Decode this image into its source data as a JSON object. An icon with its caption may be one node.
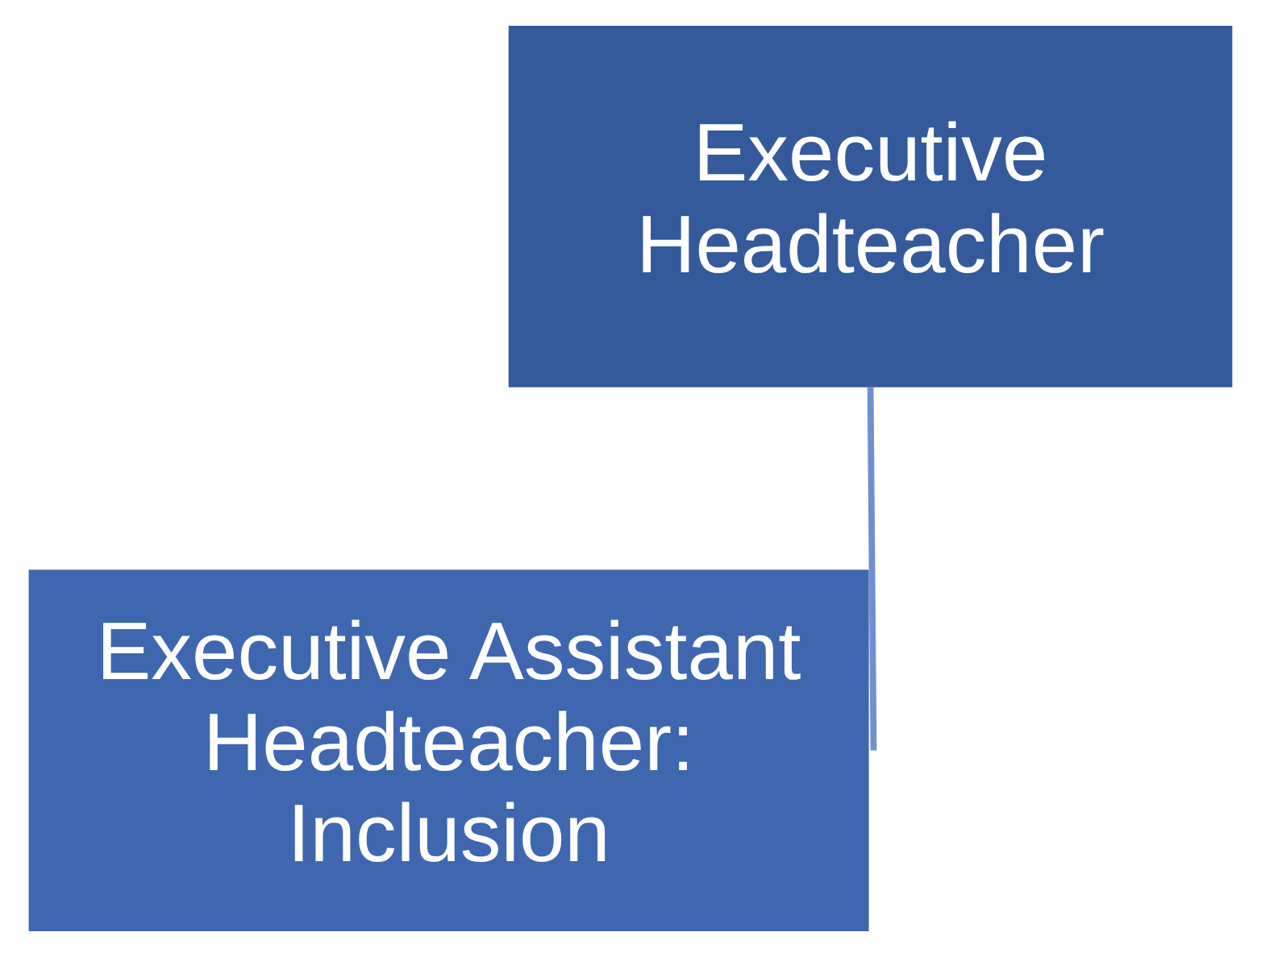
{
  "diagram": {
    "nodes": [
      {
        "text": [
          "Executive Headteacher"
        ]
      },
      {
        "text": [
          "Executive Assistant Headteacher: Inclusion"
        ]
      }
    ],
    "edges": [
      {
        "from": 0,
        "to": 1,
        "arrow": "none"
      }
    ]
  }
}
